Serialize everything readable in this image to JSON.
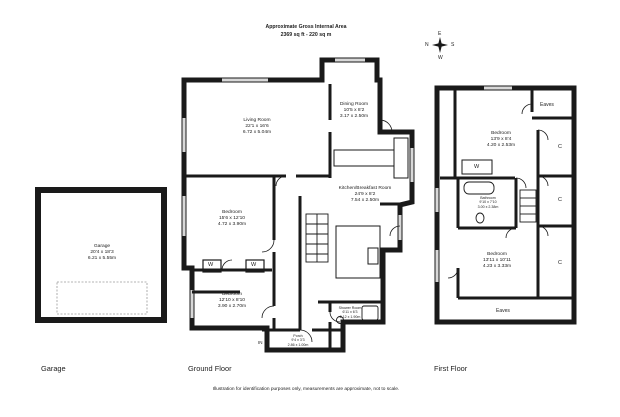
{
  "header": {
    "title": "Approximate Gross Internal Area",
    "area": "2369 sq ft - 220 sq m"
  },
  "compass": {
    "n": "N",
    "s": "S",
    "e": "E",
    "w": "W"
  },
  "floors": {
    "garage": "Garage",
    "ground": "Ground Floor",
    "first": "First Floor"
  },
  "rooms": {
    "garage": {
      "name": "Garage",
      "imperial": "20'4 x 18'3",
      "metric": "6.21 x 5.55m"
    },
    "living": {
      "name": "Living Room",
      "imperial": "22'1 x 16'6",
      "metric": "6.72 x 5.04m"
    },
    "dining": {
      "name": "Dining Room",
      "imperial": "10'5 x 8'2",
      "metric": "3.17 x 2.50m"
    },
    "kitchen": {
      "name": "Kitchen/Breakfast Room",
      "imperial": "24'9 x 8'2",
      "metric": "7.54 x 2.50m"
    },
    "bedroom1": {
      "name": "Bedroom",
      "imperial": "15'6 x 12'10",
      "metric": "4.72 x 3.90m"
    },
    "bedroom2": {
      "name": "Bedroom",
      "imperial": "12'10 x 8'10",
      "metric": "3.90 x 2.70m"
    },
    "porch": {
      "name": "Porch",
      "imperial": "9'4 x 3'3",
      "metric": "2.86 x 1.00m"
    },
    "shower": {
      "name": "Shower Room",
      "imperial": "6'11 x 6'3",
      "metric": "2.12 x 1.90m"
    },
    "bedroom3": {
      "name": "Bedroom",
      "imperial": "13'9 x 8'4",
      "metric": "4.20 x 2.53m"
    },
    "bathroom": {
      "name": "Bathroom",
      "imperial": "9'10 x 7'10",
      "metric": "3.00 x 2.38m"
    },
    "bedroom4": {
      "name": "Bedroom",
      "imperial": "13'11 x 10'11",
      "metric": "4.23 x 3.33m"
    }
  },
  "marks": {
    "wardrobe": "W",
    "cupboard": "C",
    "eaves": "Eaves",
    "entrance": "IN"
  },
  "footer": "Illustration for identification purposes only, measurements are approximate, not to scale."
}
